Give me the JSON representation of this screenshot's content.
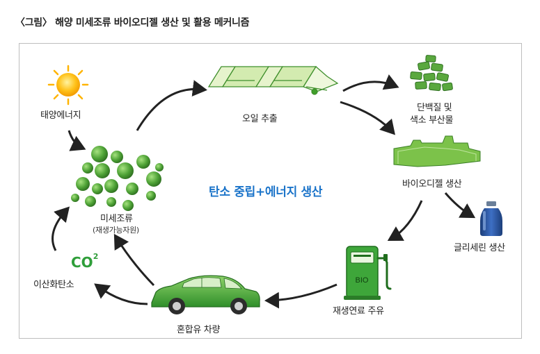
{
  "title": "〈그림〉 해양 미세조류 바이오디젤 생산 및 활용 메커니즘",
  "center_label": "탄소 중립+에너지 생산",
  "nodes": {
    "solar": "태양에너지",
    "oil": "오일 추출",
    "protein_line1": "단백질 및",
    "protein_line2": "색소 부산물",
    "biodiesel": "바이오디젤 생산",
    "glycerin": "글리세린 생산",
    "fueling": "재생연료 주유",
    "car": "혼합유 차량",
    "co2_label": "이산화탄소",
    "microalgae": "미세조류",
    "microalgae_sub": "(재생가능자원)"
  },
  "co2": {
    "base": "CO",
    "sup": "2"
  },
  "pump_text": "BIO",
  "colors": {
    "green": "#5fb346",
    "dark_green": "#2e7d2e",
    "blue_text": "#1a73c9",
    "arrow": "#222222"
  }
}
